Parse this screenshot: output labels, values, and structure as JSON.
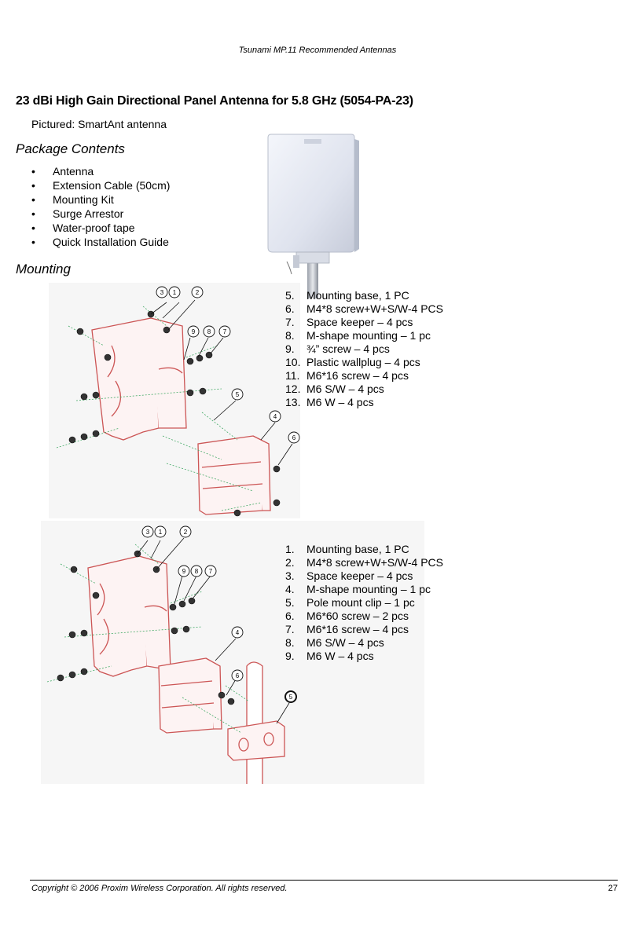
{
  "header": {
    "running_title": "Tsunami MP.11 Recommended Antennas"
  },
  "section": {
    "title": "23 dBi High Gain Directional Panel Antenna for 5.8 GHz (5054-PA-23)",
    "pictured": "Pictured: SmartAnt antenna"
  },
  "package": {
    "heading": "Package Contents",
    "items": [
      "Antenna",
      "Extension Cable (50cm)",
      "Mounting Kit",
      "Surge Arrestor",
      "Water-proof tape",
      "Quick Installation Guide"
    ]
  },
  "mounting": {
    "heading": "Mounting",
    "wall_parts": [
      {
        "num": "5.",
        "text": "Mounting base, 1 PC"
      },
      {
        "num": "6.",
        "text": "M4*8 screw+W+S/W-4 PCS"
      },
      {
        "num": "7.",
        "text": "Space keeper – 4 pcs"
      },
      {
        "num": "8.",
        "text": "M-shape mounting – 1 pc"
      },
      {
        "num": "9.",
        "text": "¾” screw – 4 pcs"
      },
      {
        "num": "10.",
        "text": "Plastic wallplug – 4 pcs"
      },
      {
        "num": "11.",
        "text": "M6*16 screw – 4 pcs"
      },
      {
        "num": "12.",
        "text": "M6 S/W – 4 pcs"
      },
      {
        "num": "13.",
        "text": "M6 W – 4 pcs"
      }
    ],
    "pole_parts": [
      {
        "num": "1.",
        "text": "Mounting base, 1 PC"
      },
      {
        "num": "2.",
        "text": "M4*8 screw+W+S/W-4 PCS"
      },
      {
        "num": "3.",
        "text": "Space keeper – 4 pcs"
      },
      {
        "num": "4.",
        "text": "M-shape mounting – 1 pc"
      },
      {
        "num": "5.",
        "text": "Pole mount clip – 1 pc"
      },
      {
        "num": "6.",
        "text": "M6*60 screw – 2 pcs"
      },
      {
        "num": "7.",
        "text": "M6*16 screw – 4 pcs"
      },
      {
        "num": "8.",
        "text": "M6 S/W – 4 pcs"
      },
      {
        "num": "9.",
        "text": "M6 W – 4 pcs"
      }
    ],
    "callouts_top": [
      "3",
      "1",
      "2",
      "9",
      "8",
      "7",
      "5",
      "4",
      "6"
    ],
    "callouts_bottom": [
      "3",
      "1",
      "2",
      "9",
      "8",
      "7",
      "4",
      "6",
      "5"
    ]
  },
  "footer": {
    "copyright": "Copyright © 2006 Proxim Wireless Corporation.  All rights reserved.",
    "page_number": "27"
  }
}
